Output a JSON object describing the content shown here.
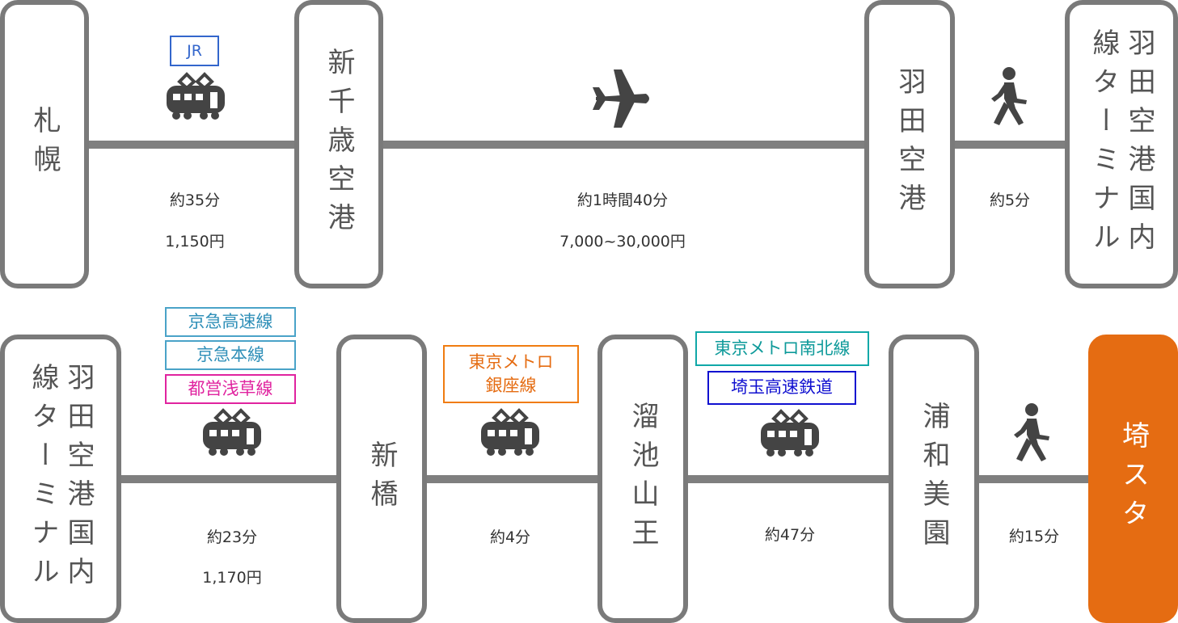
{
  "stations": [
    {
      "id": "sapporo",
      "cols": [
        "札幌"
      ]
    },
    {
      "id": "shinchitose",
      "cols": [
        "新千歳空港"
      ]
    },
    {
      "id": "haneda",
      "cols": [
        "羽田空港"
      ]
    },
    {
      "id": "haneda-dom-1",
      "cols": [
        "羽田空港国内",
        "線ターミナル"
      ]
    },
    {
      "id": "haneda-dom-2",
      "cols": [
        "羽田空港国内",
        "線ターミナル"
      ]
    },
    {
      "id": "shimbashi",
      "cols": [
        "新橋"
      ]
    },
    {
      "id": "tameike",
      "cols": [
        "溜池山王"
      ]
    },
    {
      "id": "urawa",
      "cols": [
        "浦和美園"
      ]
    },
    {
      "id": "saisuta",
      "cols": [
        "埼スタ"
      ]
    }
  ],
  "legs": {
    "leg1": {
      "time": "約35分",
      "fare": "1,150円",
      "lines": [
        "JR"
      ]
    },
    "leg2": {
      "time": "約1時間40分",
      "fare": "7,000~30,000円"
    },
    "leg3": {
      "time": "約5分"
    },
    "leg4": {
      "time": "約23分",
      "fare": "1,170円",
      "lines": [
        "京急高速線",
        "京急本線",
        "都営浅草線"
      ]
    },
    "leg5": {
      "time": "約4分",
      "lines": [
        "東京メトロ",
        "銀座線"
      ]
    },
    "leg6": {
      "time": "約47分",
      "lines": [
        "東京メトロ南北線",
        "埼玉高速鉄道"
      ]
    },
    "leg7": {
      "time": "約15分"
    }
  },
  "icons": {
    "train": "train-icon",
    "plane": "airplane-icon",
    "walk": "walking-person-icon"
  },
  "colors": {
    "station_border": "#7a7a7a",
    "line": "#7f7f7f",
    "destination": "#e56c12",
    "jr": "#3366cc",
    "keikyu": "#4aa3c8",
    "asakusa": "#e0239f",
    "ginza": "#f07c10",
    "namboku": "#10a8a8",
    "saitama": "#1010d0"
  }
}
